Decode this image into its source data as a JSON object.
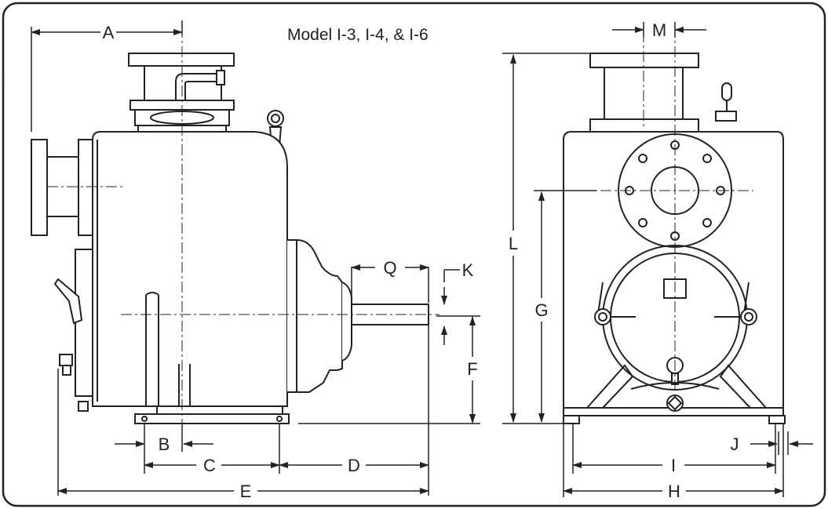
{
  "title": "Model I-3, I-4, & I-6",
  "dimension_labels": {
    "A": "A",
    "B": "B",
    "C": "C",
    "D": "D",
    "E": "E",
    "F": "F",
    "G": "G",
    "H": "H",
    "I": "I",
    "J": "J",
    "K": "K",
    "L": "L",
    "M": "M",
    "Q": "Q"
  }
}
